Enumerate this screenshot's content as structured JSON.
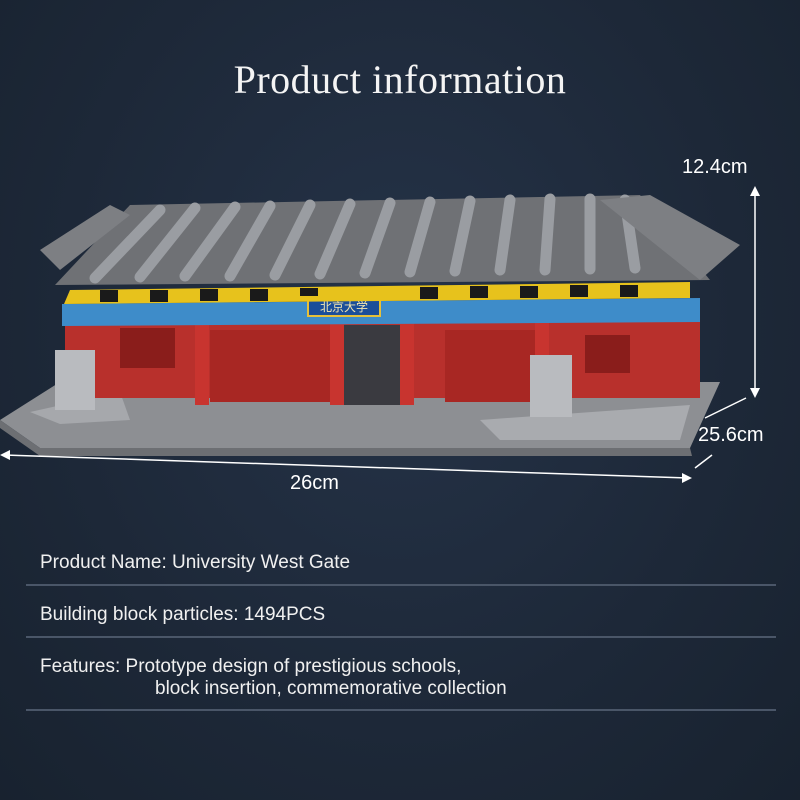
{
  "title": "Product information",
  "dimensions": {
    "height": "12.4cm",
    "depth": "25.6cm",
    "width": "26cm"
  },
  "product_image": {
    "sign_text": "北京大学"
  },
  "specs": {
    "name": "Product Name: University West Gate",
    "particles": "Building block particles: 1494PCS",
    "features_line1": "Features: Prototype design of prestigious schools,",
    "features_line2": "block insertion, commemorative collection"
  }
}
